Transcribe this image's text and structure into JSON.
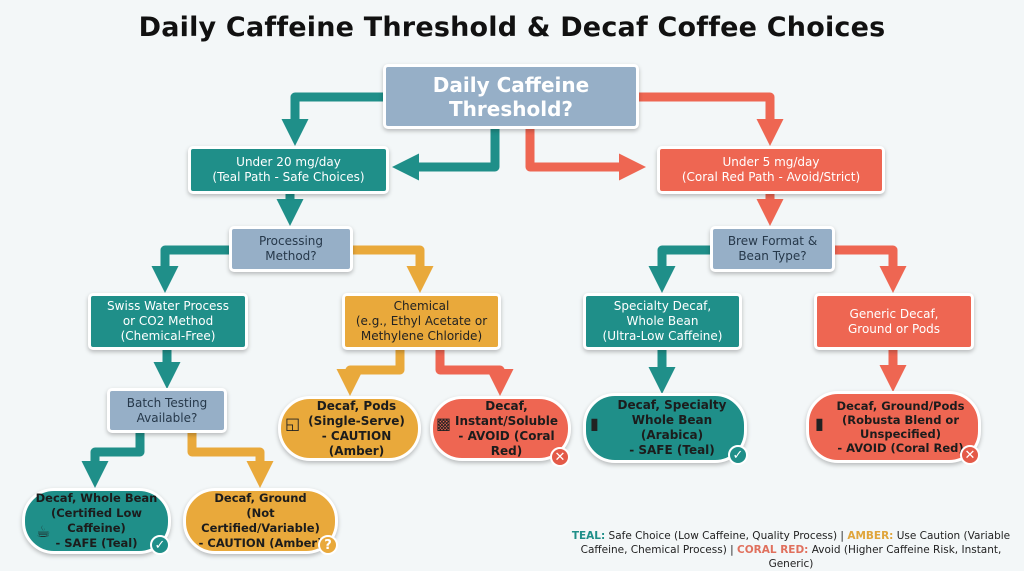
{
  "title": "Daily Caffeine Threshold & Decaf Coffee Choices",
  "colors": {
    "teal": "#1f8f89",
    "amber": "#e9a93b",
    "coral": "#ee6652",
    "question": "#96afc7"
  },
  "nodes": {
    "root": "Daily Caffeine\nThreshold?",
    "under20": "Under 20 mg/day\n(Teal Path - Safe Choices)",
    "under5": "Under 5 mg/day\n(Coral Red Path - Avoid/Strict)",
    "processing": "Processing\nMethod?",
    "brew": "Brew Format &\nBean Type?",
    "swiss": "Swiss Water Process\nor CO2 Method\n(Chemical-Free)",
    "chemical": "Chemical\n(e.g., Ethyl Acetate or\nMethylene Chloride)",
    "specialty": "Specialty Decaf,\nWhole Bean\n(Ultra-Low Caffeine)",
    "generic": "Generic Decaf,\nGround or Pods",
    "batch": "Batch Testing\nAvailable?",
    "pods": "Decaf, Pods\n(Single-Serve)\n- CAUTION (Amber)",
    "instant": "Decaf,\nInstant/Soluble\n- AVOID (Coral Red)",
    "specialty_whole": "Decaf, Specialty\nWhole Bean (Arabica)\n- SAFE (Teal)",
    "ground_pods": "Decaf, Ground/Pods\n(Robusta Blend or\nUnspecified)\n- AVOID (Coral Red)",
    "whole_bean": "Decaf, Whole Bean\n(Certified Low Caffeine)\n- SAFE (Teal)",
    "ground": "Decaf, Ground\n(Not Certified/Variable)\n- CAUTION (Amber)"
  },
  "icons": {
    "pods": "cup-icon",
    "instant": "jar-icon",
    "specialty_whole": "coffee-bag-icon",
    "ground_pods": "coffee-bag-icon",
    "whole_bean": "coffee-cup-icon",
    "safe": "check-icon",
    "avoid": "x-icon",
    "caution": "question-icon"
  },
  "legend": {
    "teal_label": "TEAL:",
    "teal_text": " Safe Choice (Low Caffeine, Quality Process) | ",
    "amber_label": "AMBER:",
    "amber_text": " Use Caution (Variable Caffeine, Chemical Process) | ",
    "coral_label": "CORAL RED:",
    "coral_text": " Avoid (Higher Caffeine Risk, Instant, Generic)"
  }
}
